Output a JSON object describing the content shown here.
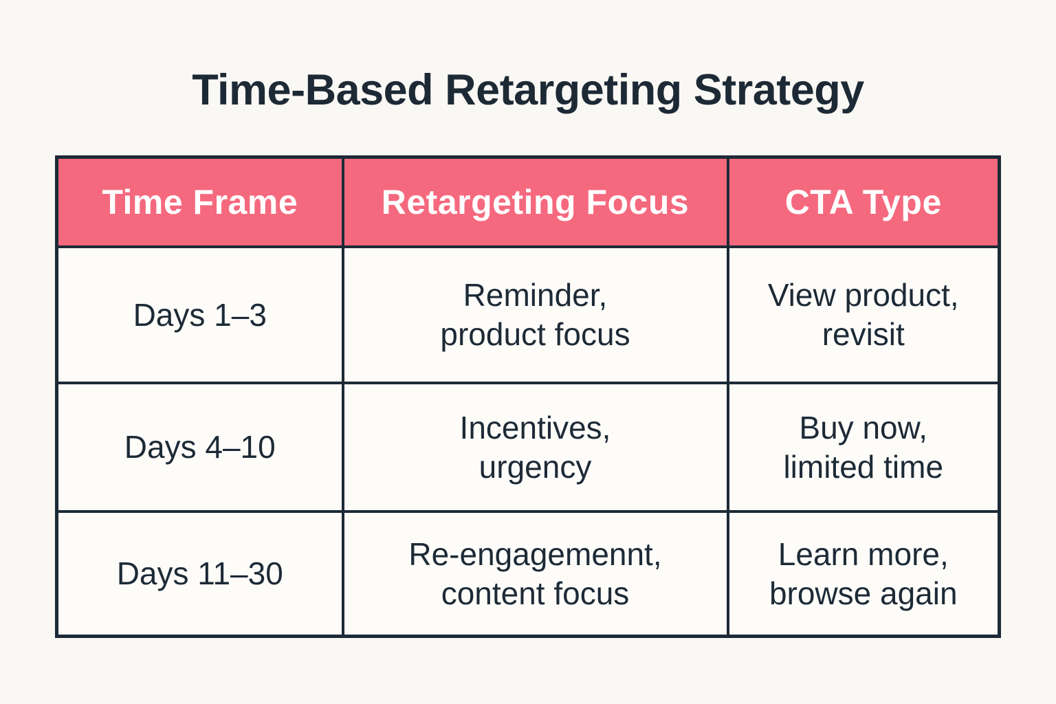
{
  "title": "Time-Based Retargeting Strategy",
  "colors": {
    "accent_pink": "#F5697E",
    "ink_navy": "#1D2A36",
    "page_background": "#FAF8F4",
    "cell_background": "#FDFCF9"
  },
  "table": {
    "headers": [
      {
        "label": "Time Frame"
      },
      {
        "label": "Retargeting Focus"
      },
      {
        "label": "CTA Type"
      }
    ],
    "rows": [
      {
        "cells": [
          "Days 1–3",
          "Reminder,\nproduct focus",
          "View product,\nrevisit"
        ]
      },
      {
        "cells": [
          "Days 4–10",
          "Incentives,\nurgency",
          "Buy now,\nlimited time"
        ]
      },
      {
        "cells": [
          "Days 11–30",
          "Re-engagemennt,\ncontent focus",
          "Learn more,\nbrowse again"
        ]
      }
    ]
  },
  "chart_data": {
    "type": "table",
    "title": "Time-Based Retargeting Strategy",
    "columns": [
      "Time Frame",
      "Retargeting Focus",
      "CTA Type"
    ],
    "rows": [
      [
        "Days 1–3",
        "Reminder, product focus",
        "View product, revisit"
      ],
      [
        "Days 4–10",
        "Incentives, urgency",
        "Buy now, limited time"
      ],
      [
        "Days 11–30",
        "Re-engagemennt, content focus",
        "Learn more, browse again"
      ]
    ]
  }
}
